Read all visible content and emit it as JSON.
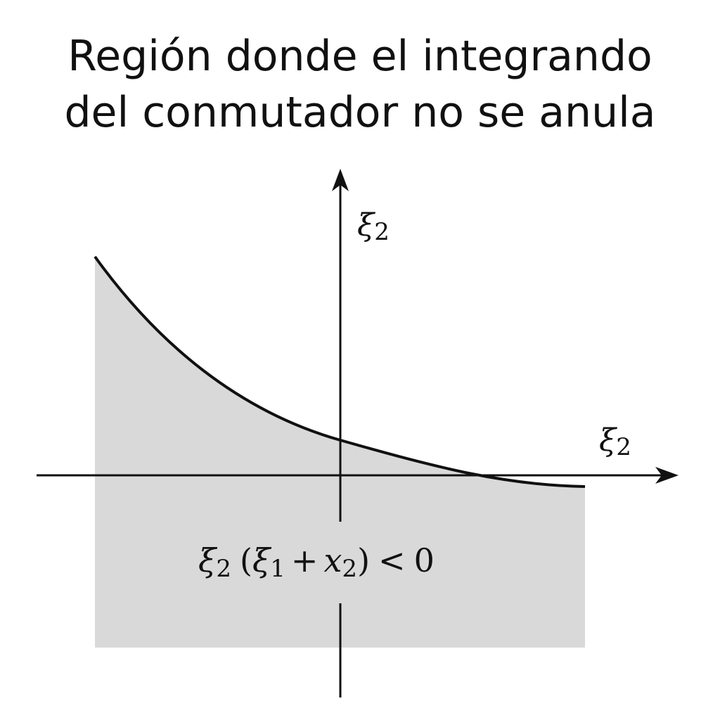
{
  "title": {
    "line1": "Región donde el integrando",
    "line2": "del conmutador no se anula"
  },
  "axes": {
    "vertical_label_base": "ξ",
    "vertical_label_sub": "2",
    "horizontal_label_base": "ξ",
    "horizontal_label_sub": "2"
  },
  "region_formula": {
    "xi": "ξ",
    "sub_2": "2",
    "open_paren": "(",
    "sub_1": "1",
    "plus": "+",
    "x": "x",
    "close_paren": ")",
    "less_than": "<",
    "zero": "0"
  },
  "colors": {
    "region_fill": "#d9d9d9",
    "stroke": "#111111",
    "background": "#ffffff"
  }
}
